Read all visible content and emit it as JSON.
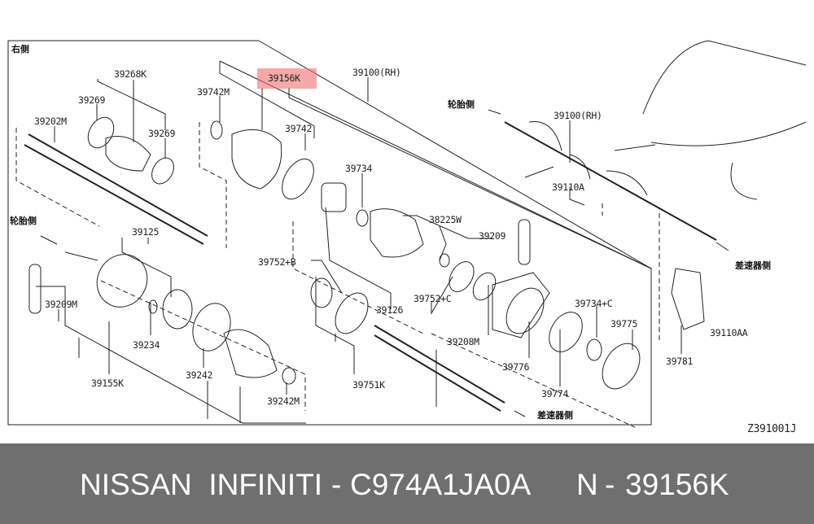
{
  "diagram": {
    "side_label": "右侧",
    "tire_side": "轮胎侧",
    "diff_side": "差速器侧",
    "highlight_color": "#f28b8b",
    "parts": {
      "p39268K": "39268K",
      "p39269a": "39269",
      "p39202M": "39202M",
      "p39269b": "39269",
      "p39742M": "39742M",
      "p39156K": "39156K",
      "p39100": "39100(RH)",
      "p39742": "39742",
      "p39734": "39734",
      "p39125": "39125",
      "p38225W": "38225W",
      "p39209": "39209",
      "p39752B": "39752+B",
      "p39209M": "39209M",
      "p39752C": "39752+C",
      "p39126": "39126",
      "p39734C": "39734+C",
      "p39775": "39775",
      "p39234": "39234",
      "p39208M": "39208M",
      "p39110AA": "39110AA",
      "p39781": "39781",
      "p39242": "39242",
      "p39776": "39776",
      "p39155K": "39155K",
      "p39751K": "39751K",
      "p39774": "39774",
      "p39242M": "39242M",
      "p39100b": "39100(RH)",
      "p39110A": "39110A"
    },
    "diagram_code": "Z391001J"
  },
  "banner": {
    "brand": "NISSAN  INFINITI",
    "sep1": "-",
    "catalog": "C974A1JA0A",
    "prefix": "N",
    "sep2": "-",
    "part": "39156K"
  }
}
